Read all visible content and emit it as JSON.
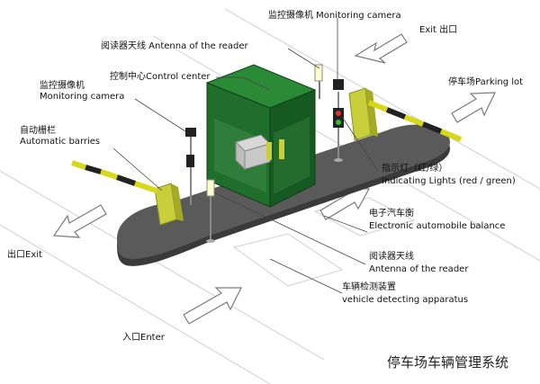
{
  "labels": {
    "monitoring_camera_top": "监控摄像机 Monitoring camera",
    "antenna_reader_top": "阅读器天线 Antenna of the reader",
    "exit_top": "Exit 出口",
    "control_center": "控制中心Control center",
    "parking_lot": "停车场Parking lot",
    "monitoring_camera_left_cn": "监控摄像机",
    "monitoring_camera_left_en": "Monitoring camera",
    "automatic_barriers_cn": "自动栅栏",
    "automatic_barriers_en": "Automatic barries",
    "indicating_lights_cn": "指示灯（红/绿）",
    "indicating_lights_en": "Indicating Lights (red / green)",
    "auto_balance_cn": "电子汽车衡",
    "auto_balance_en": "Electronic automobile balance",
    "exit_left": "出口Exit",
    "antenna_reader_bottom_cn": "阅读器天线",
    "antenna_reader_bottom_en": "Antenna of the reader",
    "vehicle_detect_cn": "车辆检测装置",
    "vehicle_detect_en": "vehicle detecting apparatus",
    "enter": "入口Enter",
    "system_title": "停车场车辆管理系统"
  },
  "colors": {
    "booth": "#1e6b2a",
    "booth_dark": "#0f4418",
    "island": "#555555",
    "barrier_box": "#c8cf3a",
    "barrier_arm_yellow": "#d8d81a",
    "barrier_arm_dark": "#222222",
    "arrow_fill": "#ffffff",
    "arrow_stroke": "#777777"
  }
}
